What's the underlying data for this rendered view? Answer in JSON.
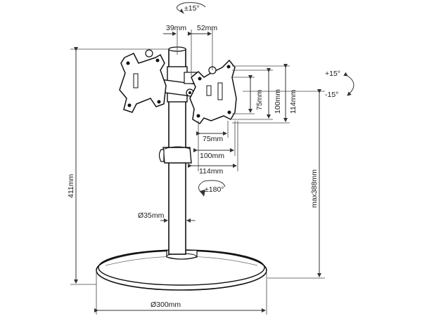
{
  "labels": {
    "tilt_top": "±15°",
    "dim_39": "39mm",
    "dim_52": "52mm",
    "tilt_plus": "+15°",
    "tilt_minus": "-15°",
    "vesa_75_h": "75mm",
    "vesa_100_h": "100mm",
    "vesa_114_h": "114mm",
    "vesa_75_w": "75mm",
    "vesa_100_w": "100mm",
    "vesa_114_w": "114mm",
    "height_411": "411mm",
    "height_max388": "max388mm",
    "rotate_180": "±180°",
    "pole_diameter": "Ø35mm",
    "base_diameter": "Ø300mm"
  }
}
